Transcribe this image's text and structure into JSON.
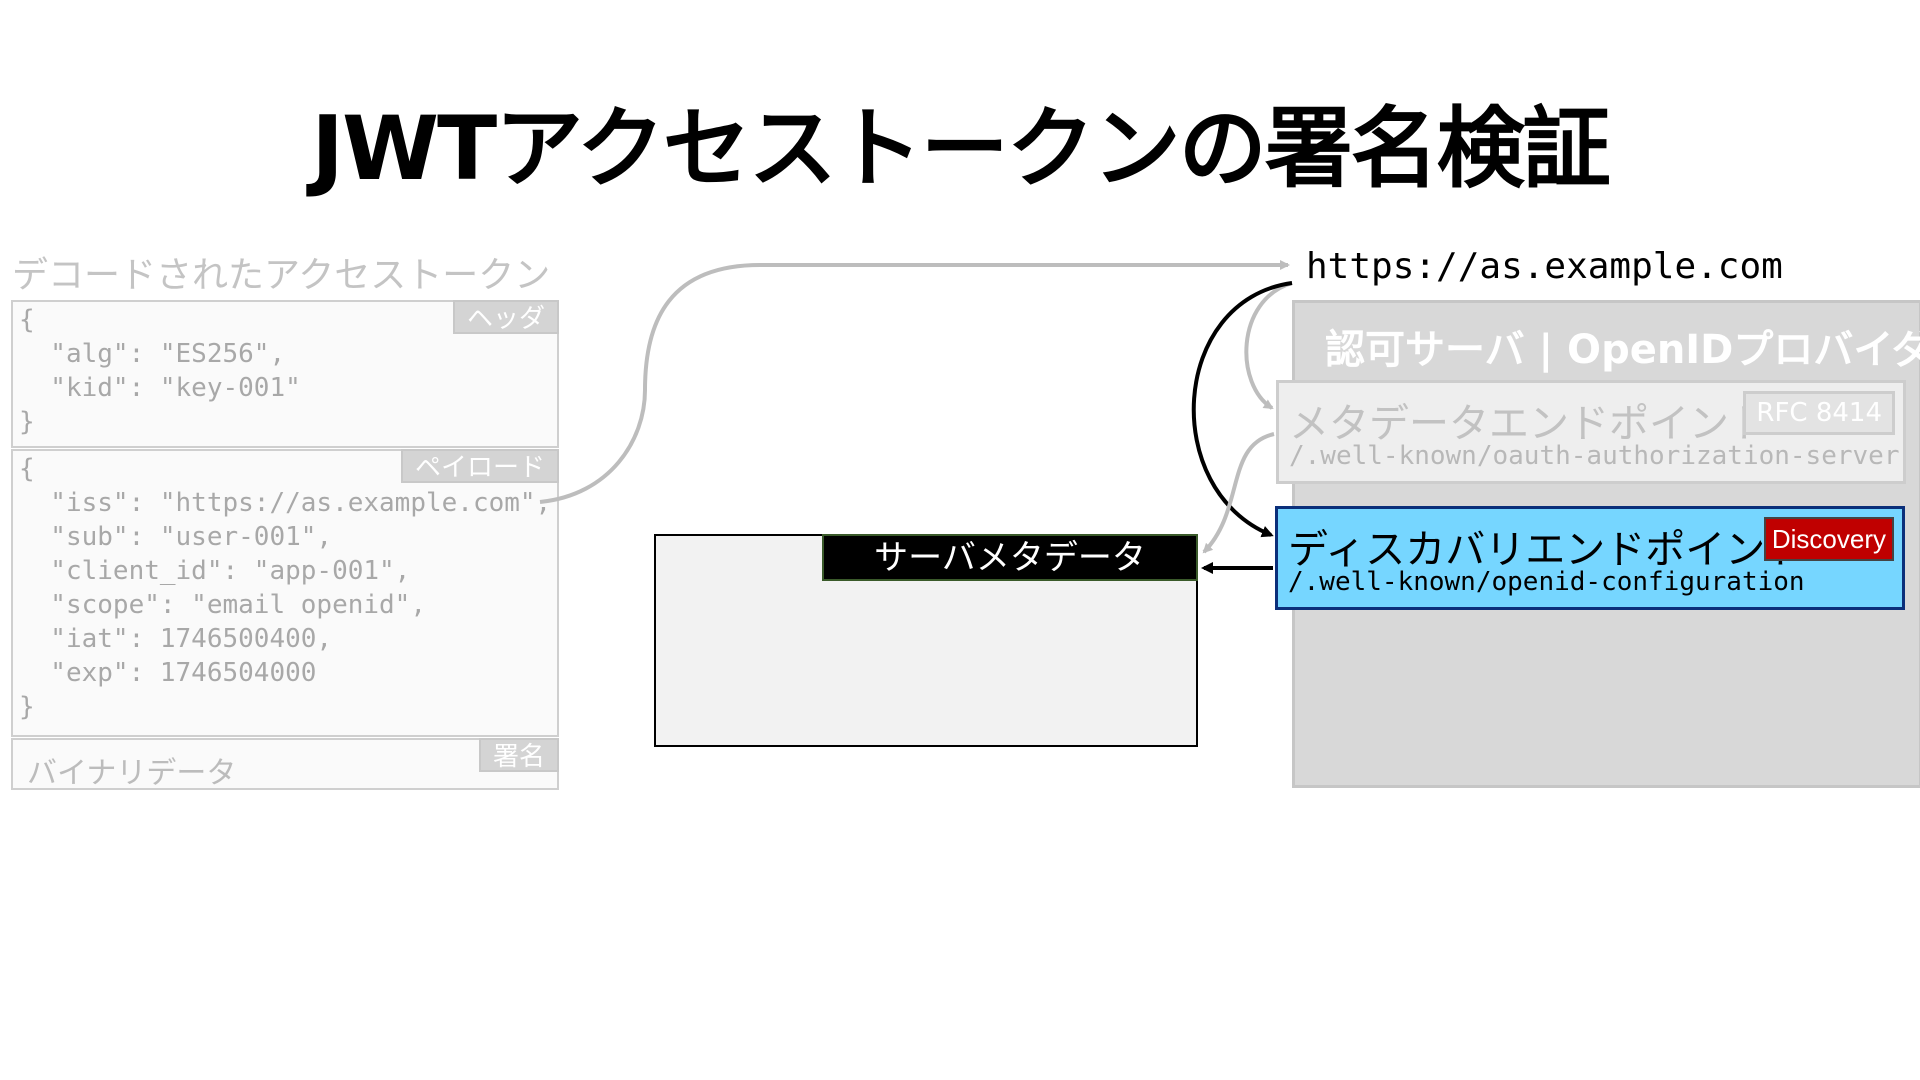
{
  "title": "JWTアクセストークンの署名検証",
  "token": {
    "caption": "デコードされたアクセストークン",
    "header_tag": "ヘッダ",
    "header_lines": [
      "{",
      "  \"alg\": \"ES256\",",
      "  \"kid\": \"key-001\"",
      "}"
    ],
    "payload_tag": "ペイロード",
    "payload_lines": [
      "{",
      "  \"iss\": \"https://as.example.com\",",
      "  \"sub\": \"user-001\",",
      "  \"client_id\": \"app-001\",",
      "  \"scope\": \"email openid\",",
      "  \"iat\": 1746500400,",
      "  \"exp\": 1746504000",
      "}"
    ],
    "signature_tag": "署名",
    "signature_label": "バイナリデータ"
  },
  "metadata_box": {
    "tag": "サーバメタデータ"
  },
  "issuer_url": "https://as.example.com",
  "auth_server": {
    "title": "認可サーバ | OpenIDプロバイダ",
    "metadata_endpoint": {
      "title": "メタデータエンドポイント",
      "badge": "RFC 8414",
      "path": "/.well-known/oauth-authorization-server"
    },
    "discovery_endpoint": {
      "title": "ディスカバリエンドポイント",
      "badge": "Discovery",
      "path": "/.well-known/openid-configuration"
    }
  },
  "colors": {
    "discovery_fill": "#76d6ff",
    "discovery_border": "#0b2f7a",
    "discovery_badge": "#c00000",
    "faded": "#c4c4c4"
  }
}
